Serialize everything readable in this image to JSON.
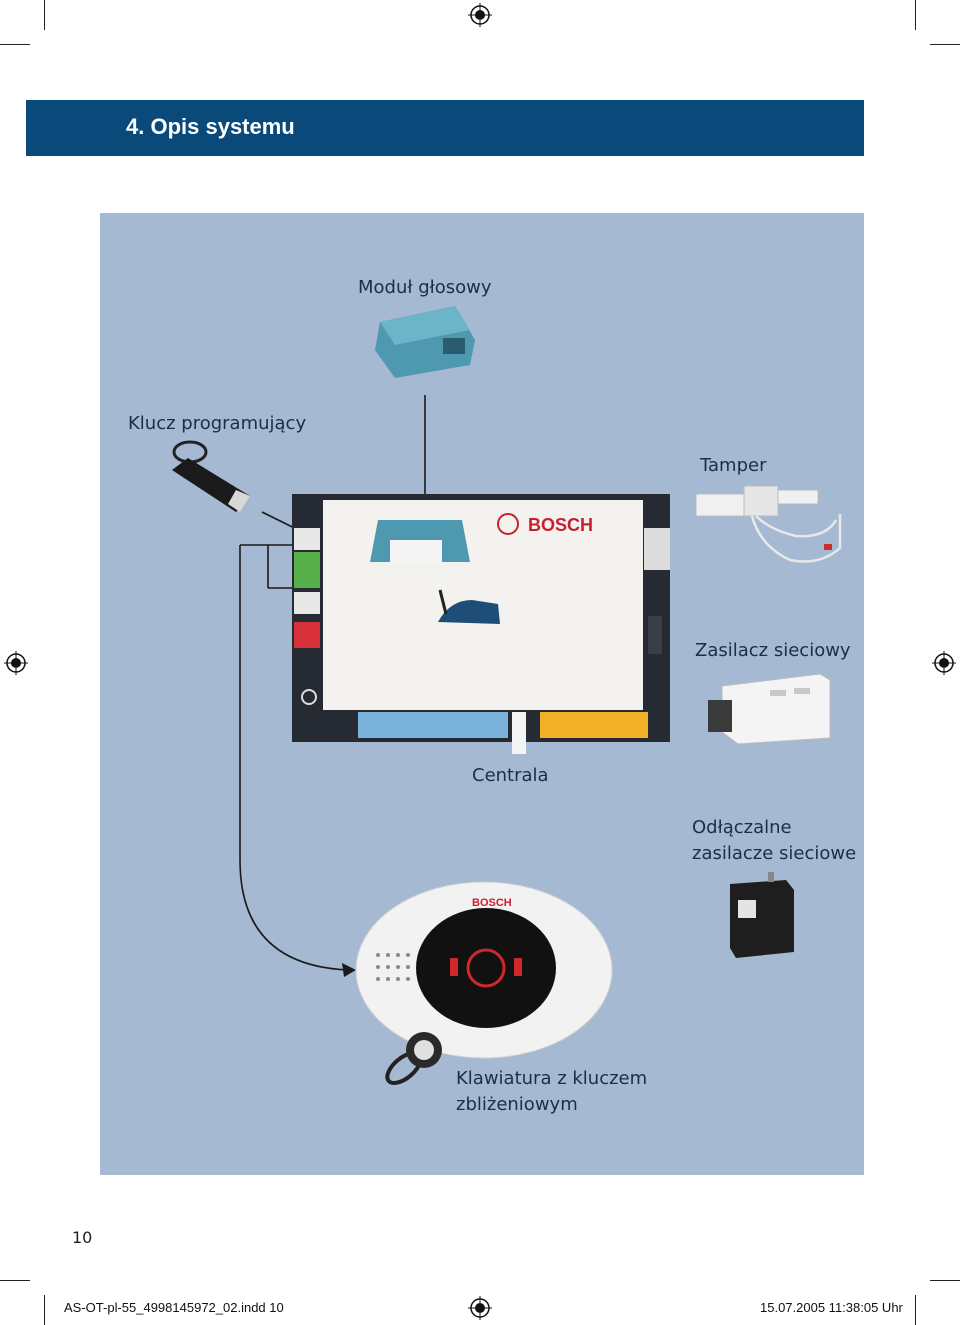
{
  "header": {
    "title": "4.  Opis systemu"
  },
  "labels": {
    "voice_module": "Moduł głosowy",
    "programming_key": "Klucz programujący",
    "tamper": "Tamper",
    "power_supply": "Zasilacz sieciowy",
    "panel": "Centrala",
    "plugin_psu_line1": "Odłączalne",
    "plugin_psu_line2": "zasilacze sieciowe",
    "keypad_line1": "Klawiatura z kluczem",
    "keypad_line2": "zbliżeniowym"
  },
  "device_text": {
    "brand": "BOSCH"
  },
  "page_number": "10",
  "footer": {
    "file": "AS-OT-pl-55_4998145972_02.indd   10",
    "timestamp": "15.07.2005   11:38:05 Uhr"
  },
  "colors": {
    "header_bg": "#0a4a7a",
    "panel_bg": "#a5b9d2"
  }
}
